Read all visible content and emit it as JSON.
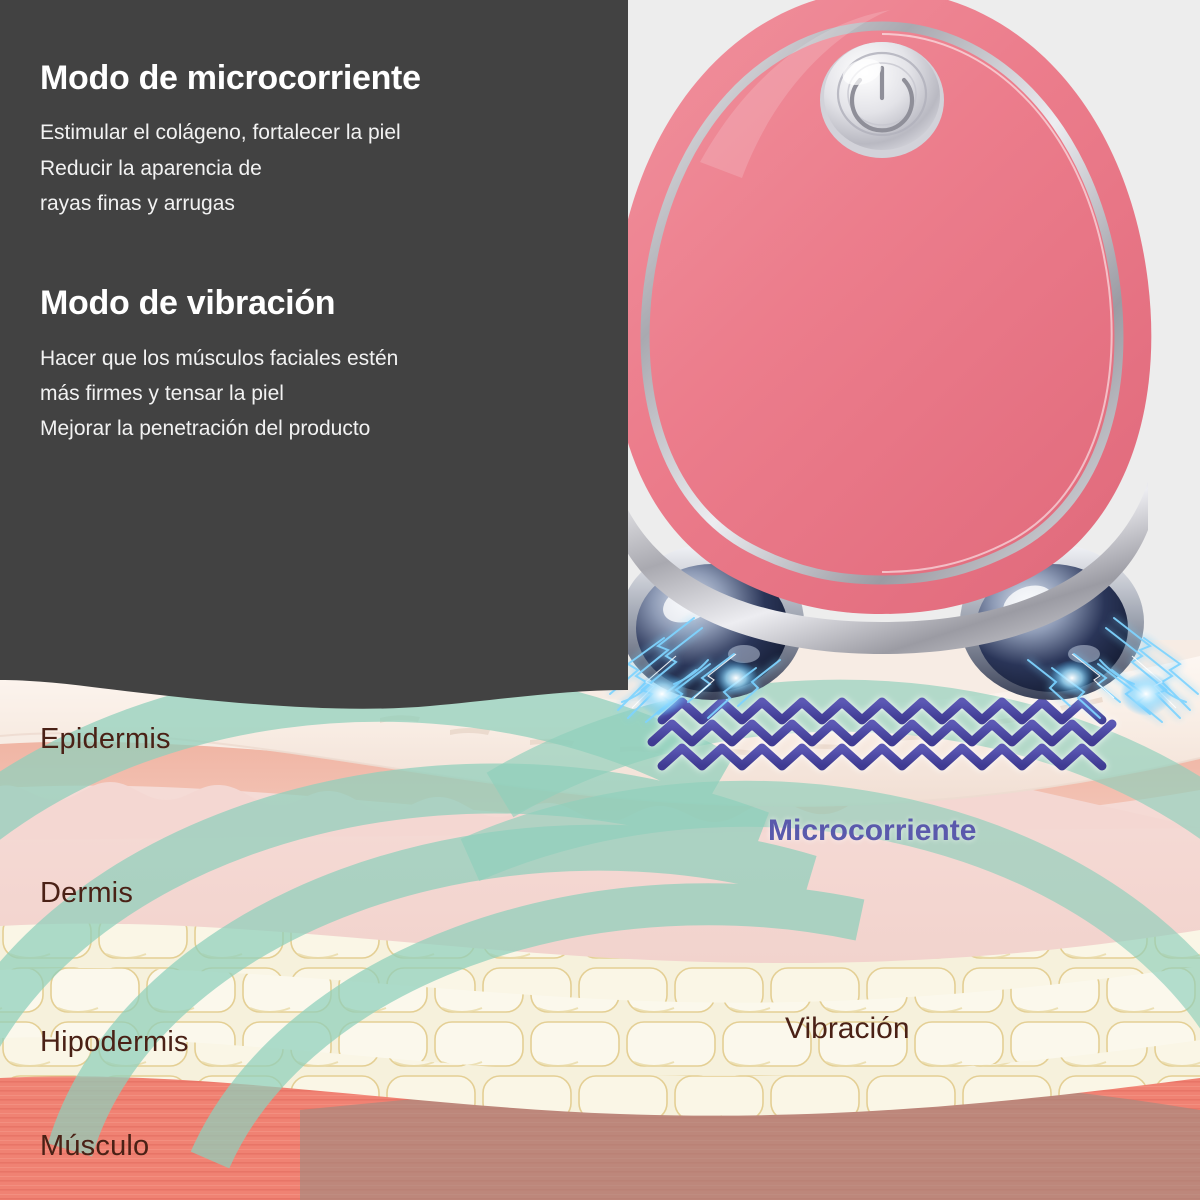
{
  "panel": {
    "background_color": "#424242",
    "sections": [
      {
        "heading": "Modo de microcorriente",
        "lines": [
          "Estimular el colágeno, fortalecer la piel",
          "Reducir la aparencia de",
          "rayas finas y arrugas"
        ]
      },
      {
        "heading": "Modo de vibración",
        "lines": [
          "Hacer que los músculos faciales estén",
          "más firmes y tensar la piel",
          "Mejorar la penetración del producto"
        ]
      }
    ]
  },
  "device": {
    "name": "microcurrent-facial-roller",
    "body_color": "#ec7d8c",
    "trim_color": "#c8c8cc",
    "button_icon": "power-icon",
    "roller_color": "#1b2340",
    "spark_color": "#3fb6ff"
  },
  "skin": {
    "layers": [
      {
        "id": "epidermis",
        "label": "Epidermis",
        "color": "#f7ece4"
      },
      {
        "id": "dermis",
        "label": "Dermis",
        "color": "#f4d7d2"
      },
      {
        "id": "hipodermis",
        "label": "Hipodermis",
        "color": "#f3edd6"
      },
      {
        "id": "musculo",
        "label": "Músculo",
        "color": "#f08273"
      }
    ],
    "label_color": "#4a2116"
  },
  "effects": {
    "microcurrent": {
      "label": "Microcorriente",
      "color": "#5a59ac",
      "wave_rows": 3,
      "wave_type": "zigzag"
    },
    "vibration": {
      "label": "Vibración",
      "color": "#4a2116",
      "band_color": "#8fd0bc",
      "wave_type": "concentric-arcs",
      "band_count": 4
    }
  },
  "background": {
    "page_color": "#ededed"
  }
}
